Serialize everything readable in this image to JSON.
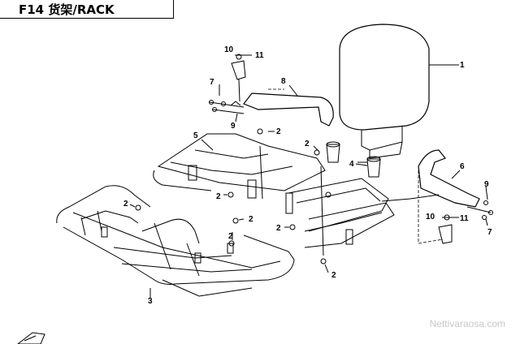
{
  "header": {
    "title": "F14 货架/RACK"
  },
  "watermark": "Nettivaraosa.com",
  "diagram": {
    "callouts": [
      "1",
      "2",
      "3",
      "4",
      "5",
      "6",
      "7",
      "8",
      "9",
      "10",
      "11"
    ]
  }
}
